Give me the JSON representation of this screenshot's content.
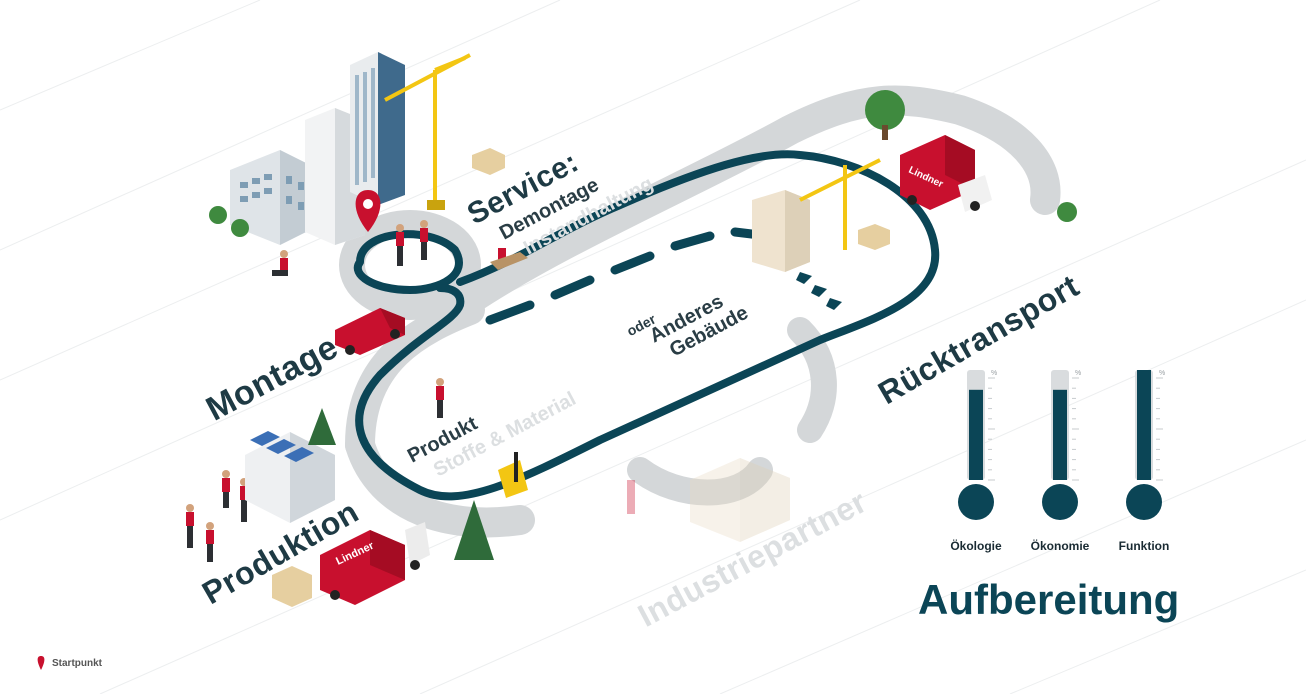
{
  "labels": {
    "montage": "Montage",
    "service": "Service:",
    "demontage": "Demontage",
    "instandhaltung": "Instandhaltung",
    "oder": "oder",
    "anderes": "Anderes",
    "gebaeude": "Gebäude",
    "ruecktransport": "Rücktransport",
    "produkt": "Produkt",
    "stoffe": "Stoffe & Material",
    "produktion": "Produktion",
    "industriepartner": "Industriepartner",
    "aufbereitung": "Aufbereitung",
    "truck_brand": "Lindner",
    "unit": "%"
  },
  "gauges": [
    {
      "label": "Ökologie",
      "level": 0.82
    },
    {
      "label": "Ökonomie",
      "level": 0.82
    },
    {
      "label": "Funktion",
      "level": 1.0
    }
  ],
  "legend": {
    "text": "Startpunkt"
  },
  "colors": {
    "track": "#0b4556",
    "road": "#d4d7d9",
    "accent_red": "#c8102e",
    "crane": "#f3c613"
  }
}
